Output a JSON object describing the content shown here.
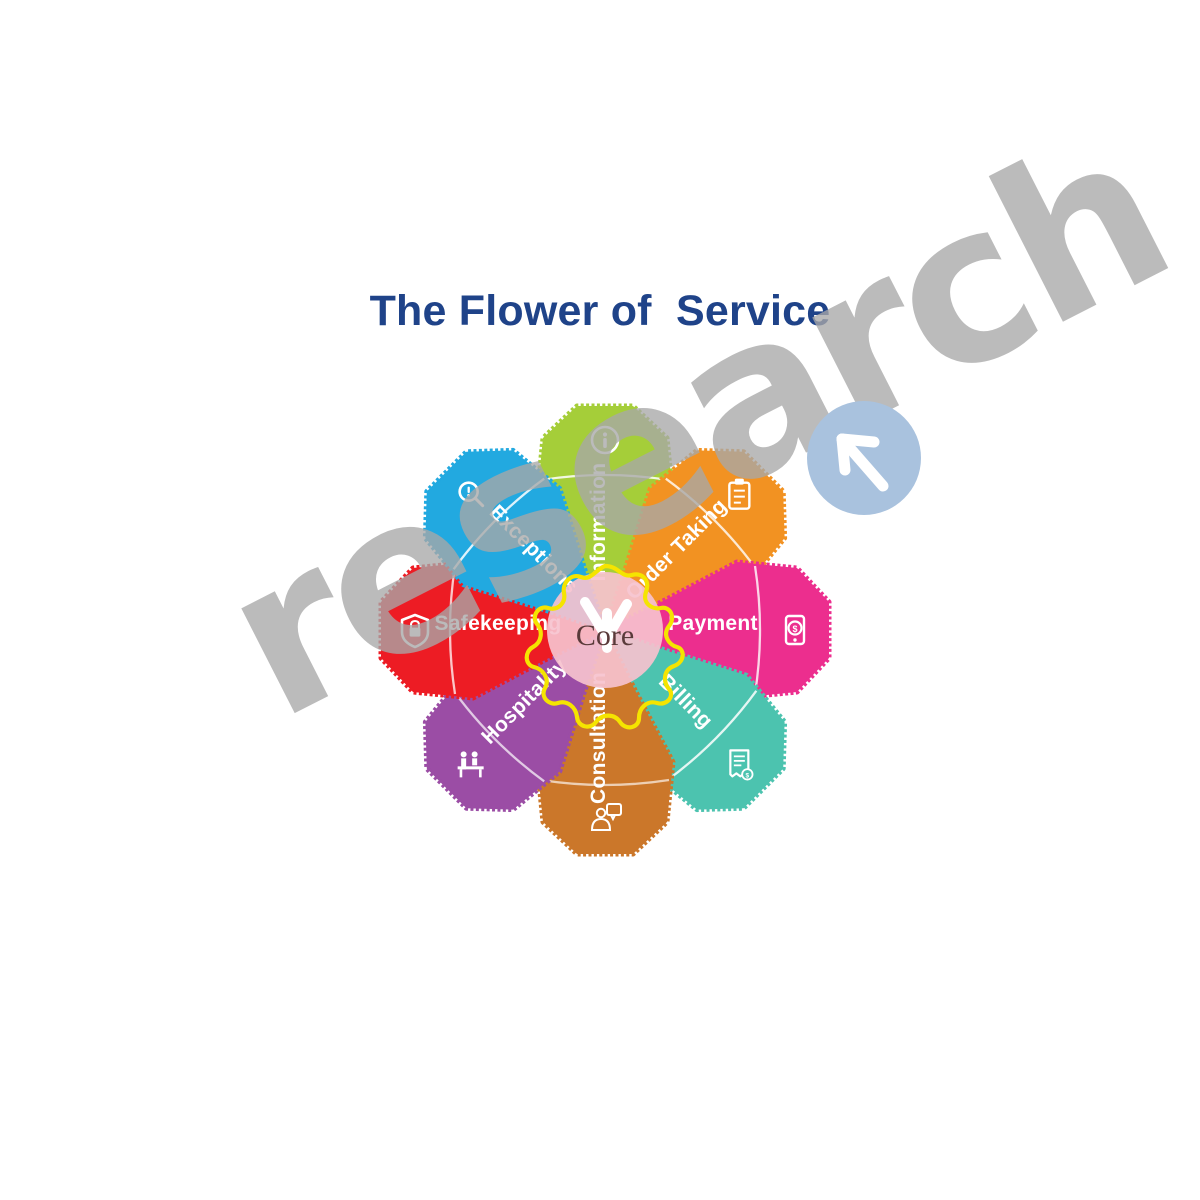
{
  "page": {
    "background": "#ffffff",
    "title": "The Flower of  Service",
    "title_color": "#1F4389"
  },
  "core": {
    "label": "Core",
    "circle_color": "#F6C2CE",
    "scallop_outline_color": "#F5E400",
    "icon": "flower-arrow-icon"
  },
  "petals": [
    {
      "id": "information",
      "label": "Information",
      "color": "#A5CE39",
      "icon": "info-circle-icon",
      "angle": 0,
      "label_rotation": -90,
      "icon_position": "outer"
    },
    {
      "id": "order-taking",
      "label": "Order Taking",
      "color": "#F29222",
      "icon": "clipboard-order-icon",
      "angle": 45,
      "label_rotation": -45,
      "icon_position": "outer"
    },
    {
      "id": "payment",
      "label": "Payment",
      "color": "#EC2E8E",
      "icon": "mobile-payment-icon",
      "angle": 90,
      "label_rotation": 0,
      "icon_position": "outer"
    },
    {
      "id": "billing",
      "label": "Billing",
      "color": "#4CC3AF",
      "icon": "receipt-invoice-icon",
      "angle": 135,
      "label_rotation": 45,
      "icon_position": "outer"
    },
    {
      "id": "consultation",
      "label": "Consultation",
      "color": "#CB772A",
      "icon": "person-consult-icon",
      "angle": 180,
      "label_rotation": -90,
      "icon_position": "outer"
    },
    {
      "id": "hospitality",
      "label": "Hospitality",
      "color": "#9B4DA5",
      "icon": "reception-desk-icon",
      "angle": 225,
      "label_rotation": -45,
      "icon_position": "outer"
    },
    {
      "id": "safekeeping",
      "label": "Safekeeping",
      "color": "#ED1C24",
      "icon": "shield-lock-icon",
      "angle": 270,
      "label_rotation": 0,
      "icon_position": "outer"
    },
    {
      "id": "exceptions",
      "label": "Exceptions",
      "color": "#22A9E0",
      "icon": "magnifier-alert-icon",
      "angle": 315,
      "label_rotation": 45,
      "icon_position": "outer"
    }
  ],
  "watermark": {
    "text": "research",
    "color": "#a8a8a8"
  },
  "cursor_badge": {
    "icon": "arrow-up-left-icon",
    "circle_color": "#A9C2DE",
    "arrow_color": "#ffffff"
  }
}
